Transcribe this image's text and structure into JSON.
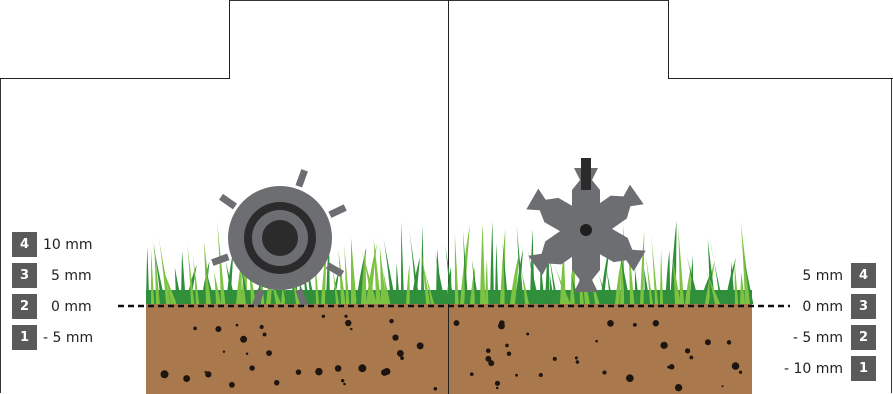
{
  "left_panel": {
    "tool": "spike-roller",
    "scale": [
      {
        "level": "4",
        "depth": "10 mm"
      },
      {
        "level": "3",
        "depth": "5 mm"
      },
      {
        "level": "2",
        "depth": "0 mm"
      },
      {
        "level": "1",
        "depth": "- 5 mm"
      }
    ]
  },
  "right_panel": {
    "tool": "blade-roller",
    "scale": [
      {
        "level": "4",
        "depth": "5 mm"
      },
      {
        "level": "3",
        "depth": "0 mm"
      },
      {
        "level": "2",
        "depth": "- 5 mm"
      },
      {
        "level": "1",
        "depth": "- 10 mm"
      }
    ]
  },
  "colors": {
    "soil": "#a9794d",
    "grass_dark": "#2f8f3a",
    "grass_light": "#7dc242",
    "tool_gray": "#6d6e71",
    "badge": "#5a5a5a"
  }
}
